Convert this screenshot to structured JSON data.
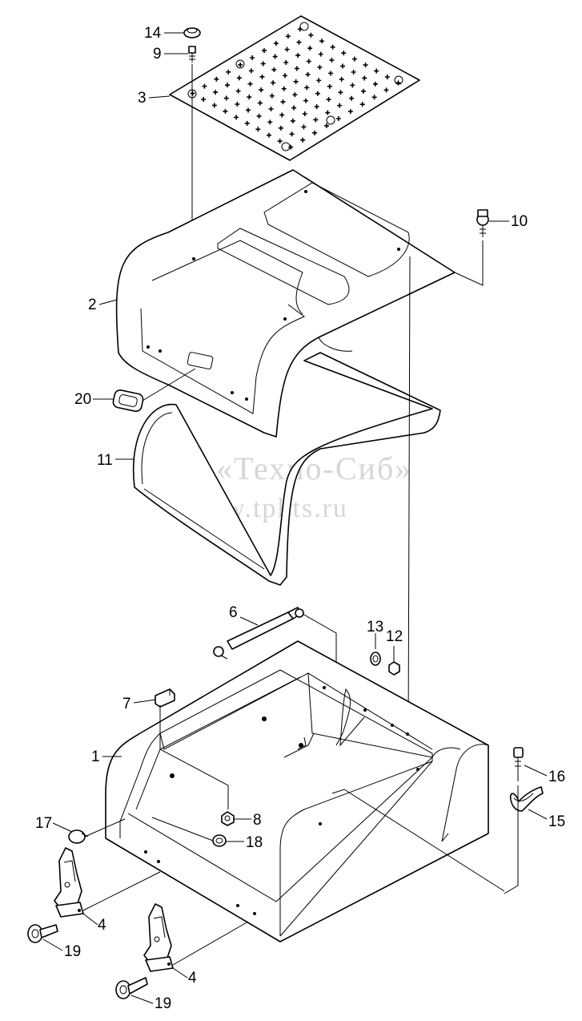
{
  "watermark": {
    "line1": "ТПК «Техно-Сиб»",
    "line2": "www.tpkts.ru"
  },
  "callouts": [
    {
      "id": "c14",
      "text": "14"
    },
    {
      "id": "c9",
      "text": "9"
    },
    {
      "id": "c3",
      "text": "3"
    },
    {
      "id": "c10",
      "text": "10"
    },
    {
      "id": "c2",
      "text": "2"
    },
    {
      "id": "c20",
      "text": "20"
    },
    {
      "id": "c11",
      "text": "11"
    },
    {
      "id": "c6",
      "text": "6"
    },
    {
      "id": "c13",
      "text": "13"
    },
    {
      "id": "c12",
      "text": "12"
    },
    {
      "id": "c7",
      "text": "7"
    },
    {
      "id": "c1",
      "text": "1"
    },
    {
      "id": "c16",
      "text": "16"
    },
    {
      "id": "c15",
      "text": "15"
    },
    {
      "id": "c17",
      "text": "17"
    },
    {
      "id": "c8",
      "text": "8"
    },
    {
      "id": "c18",
      "text": "18"
    },
    {
      "id": "c4a",
      "text": "4"
    },
    {
      "id": "c19a",
      "text": "19"
    },
    {
      "id": "c4b",
      "text": "4"
    },
    {
      "id": "c19b",
      "text": "19"
    }
  ]
}
